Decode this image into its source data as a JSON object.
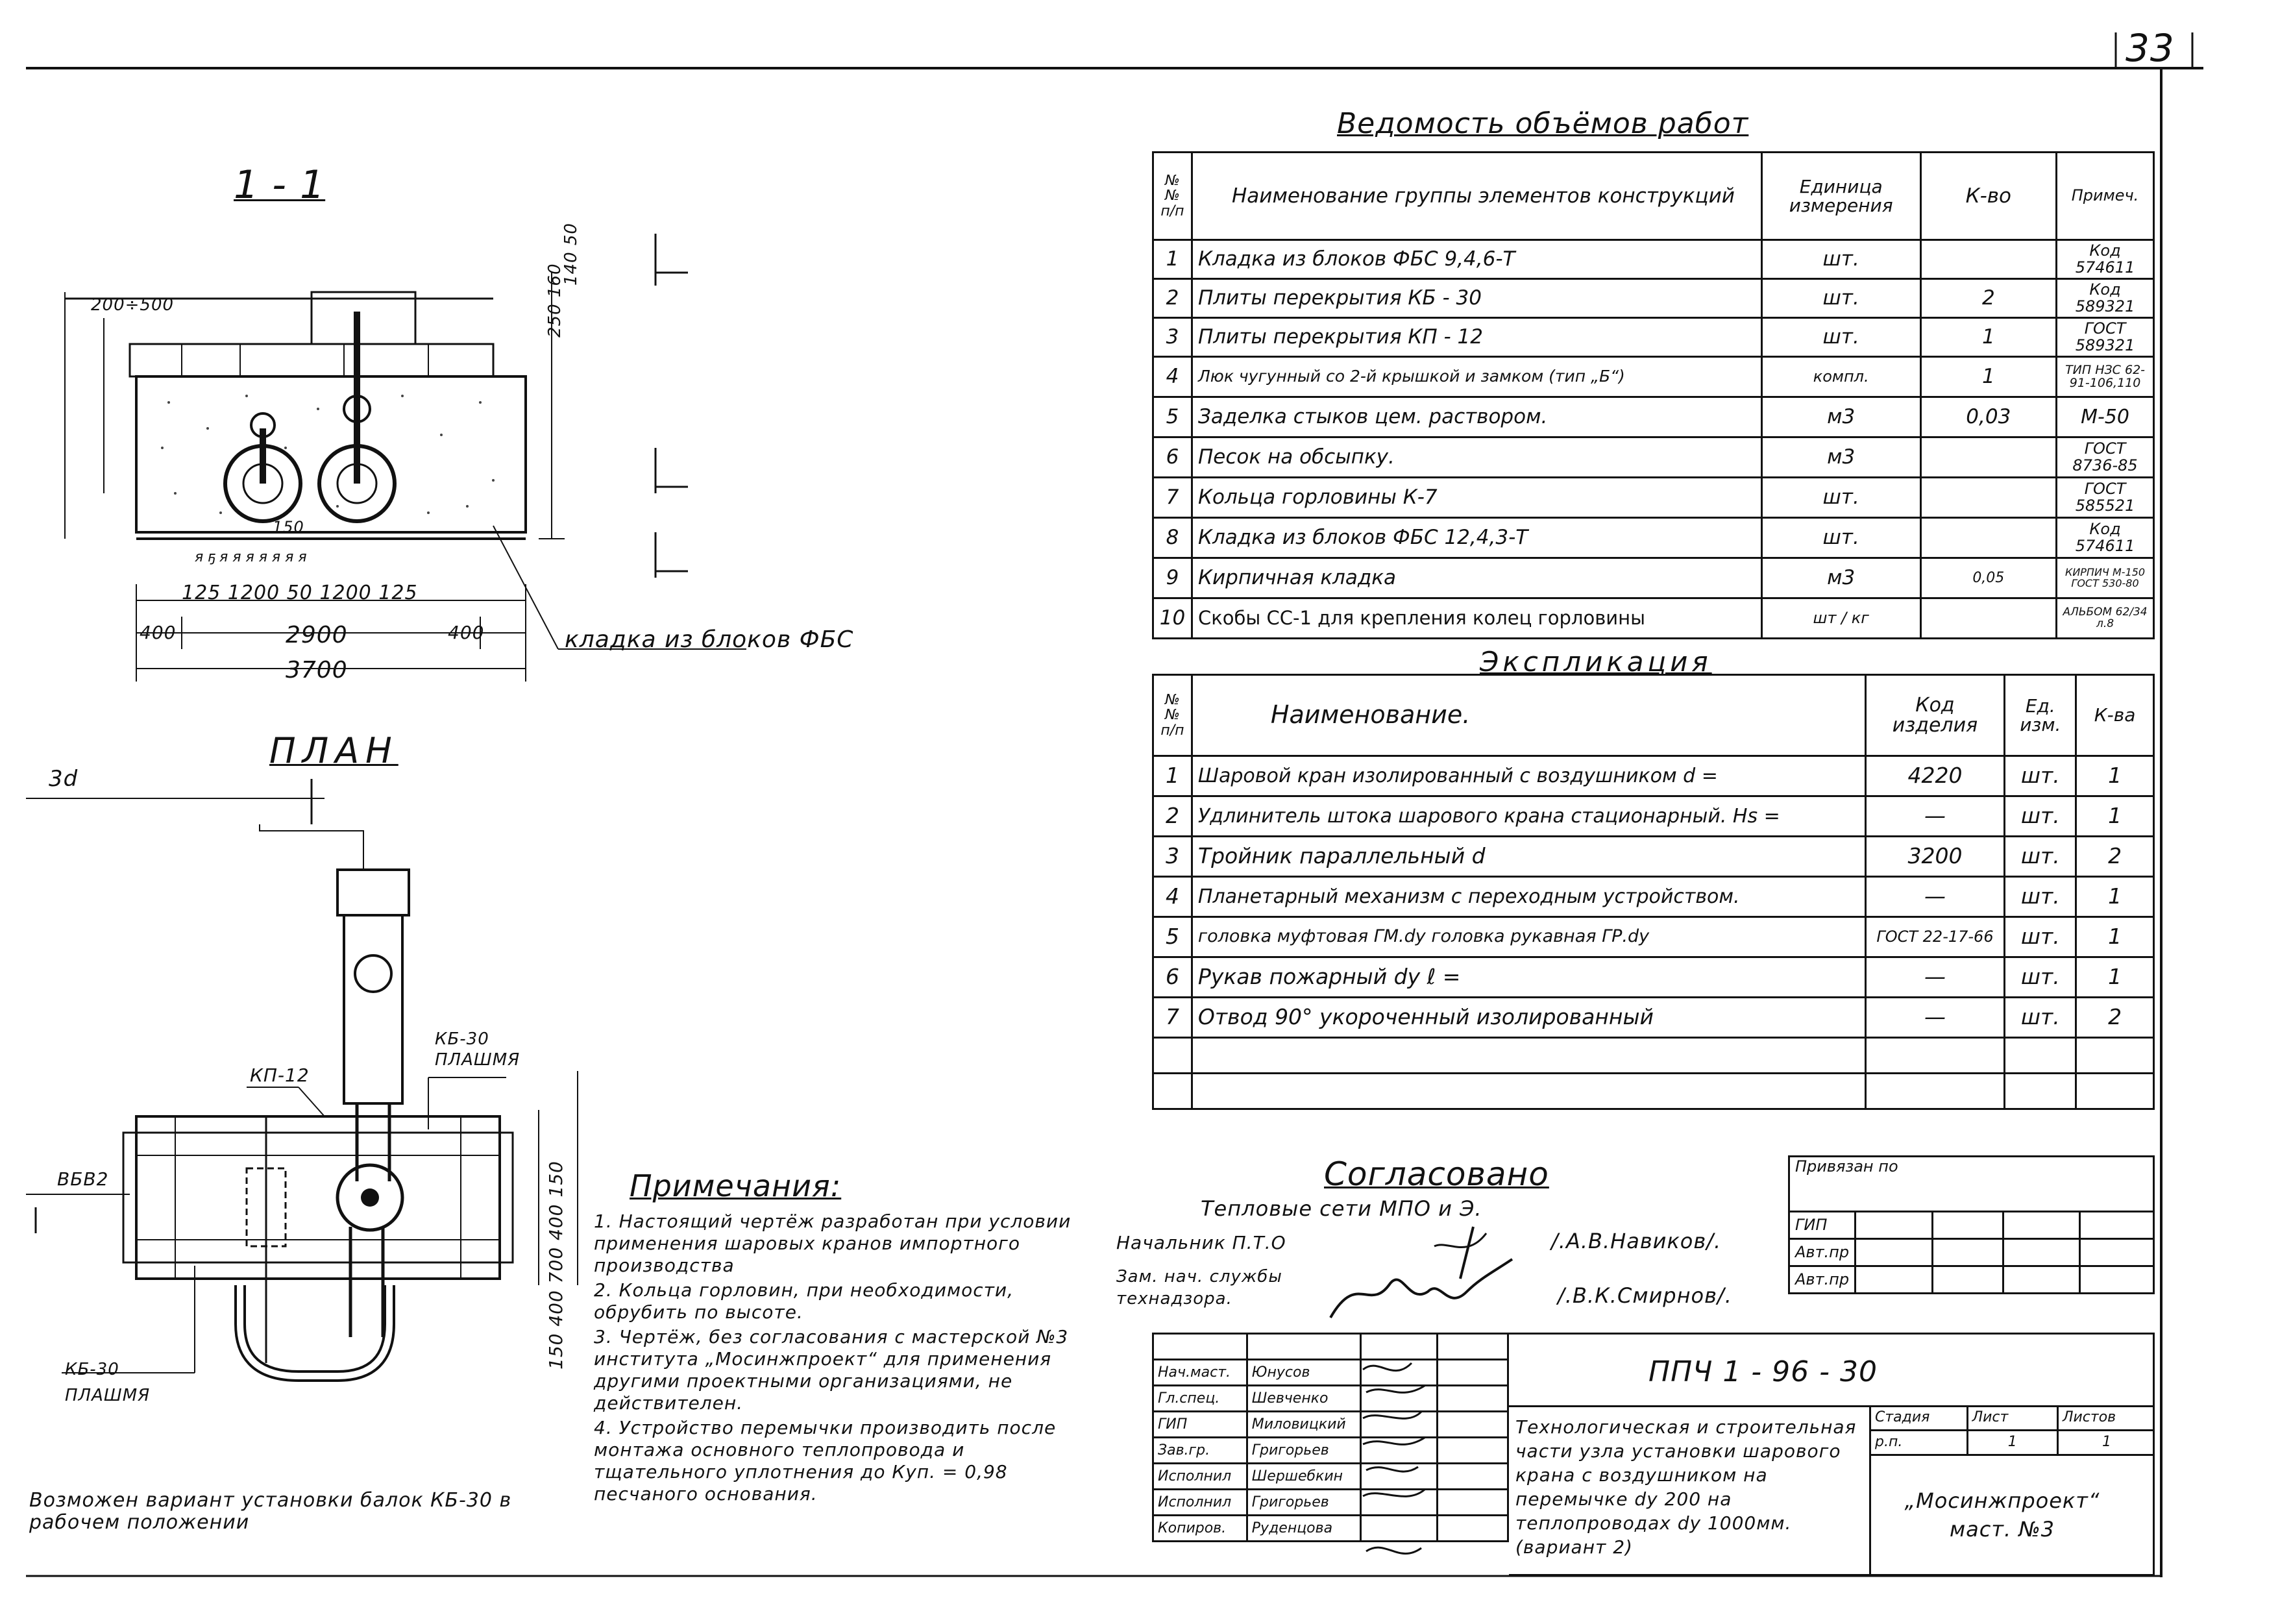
{
  "sheet_number": "33",
  "volume_title": "Ведомость объёмов работ",
  "volume_headers": [
    "№№ п/п",
    "Наименование группы элементов конструкций",
    "Единица измерения",
    "К-во",
    "Примеч."
  ],
  "volume_rows": [
    {
      "n": "1",
      "name": "Кладка из блоков ФБС 9,4,6-Т",
      "unit": "шт.",
      "qty": "",
      "note": "Код 574611"
    },
    {
      "n": "2",
      "name": "Плиты перекрытия КБ - 30",
      "unit": "шт.",
      "qty": "2",
      "note": "Код 589321"
    },
    {
      "n": "3",
      "name": "Плиты перекрытия КП - 12",
      "unit": "шт.",
      "qty": "1",
      "note": "ГОСТ 589321"
    },
    {
      "n": "4",
      "name": "Люк чугунный со 2-й крышкой и замком (тип „Б“)",
      "unit": "компл.",
      "qty": "1",
      "note": "ТИП НЗС 62-91-106,110"
    },
    {
      "n": "5",
      "name": "Заделка стыков цем. раствором.",
      "unit": "м3",
      "qty": "0,03",
      "note": "М-50"
    },
    {
      "n": "6",
      "name": "Песок на обсыпку.",
      "unit": "м3",
      "qty": "",
      "note": "ГОСТ 8736-85"
    },
    {
      "n": "7",
      "name": "Кольца горловины К-7",
      "unit": "шт.",
      "qty": "",
      "note": "ГОСТ 585521"
    },
    {
      "n": "8",
      "name": "Кладка из блоков ФБС 12,4,3-Т",
      "unit": "шт.",
      "qty": "",
      "note": "Код 574611"
    },
    {
      "n": "9",
      "name": "Кирпичная кладка",
      "unit": "м3",
      "qty": "0,05",
      "note": "КИРПИЧ М-150 ГОСТ 530-80"
    },
    {
      "n": "10",
      "name": "Скобы СС-1 для крепления колец горловины",
      "unit": "шт / кг",
      "qty": "",
      "note": "АЛЬБОМ 62/34 л.8"
    }
  ],
  "expl_title": "Экспликация",
  "expl_headers": [
    "№№ п/п",
    "Наименование.",
    "Код изделия",
    "Ед. изм.",
    "К-ва"
  ],
  "expl_rows": [
    {
      "n": "1",
      "name": "Шаровой кран изолированный с воздушником d =",
      "code": "4220",
      "unit": "шт.",
      "qty": "1"
    },
    {
      "n": "2",
      "name": "Удлинитель штока шарового крана стационарный.      Hs =",
      "code": "—",
      "unit": "шт.",
      "qty": "1"
    },
    {
      "n": "3",
      "name": "Тройник параллельный   d",
      "code": "3200",
      "unit": "шт.",
      "qty": "2"
    },
    {
      "n": "4",
      "name": "Планетарный механизм с переходным устройством.",
      "code": "—",
      "unit": "шт.",
      "qty": "1"
    },
    {
      "n": "5",
      "name": "головка муфтовая ГМ.dy головка рукавная ГР.dy",
      "code": "ГОСТ 22-17-66",
      "unit": "шт.",
      "qty": "1"
    },
    {
      "n": "6",
      "name": "Рукав пожарный dy      ℓ =",
      "code": "—",
      "unit": "шт.",
      "qty": "1"
    },
    {
      "n": "7",
      "name": "Отвод 90° укороченный изолированный",
      "code": "—",
      "unit": "шт.",
      "qty": "2"
    }
  ],
  "section_title": "1 - 1",
  "plan_title": "ПЛАН",
  "drawing_labels": {
    "masonry": "кладка из блоков ФБС",
    "dim_total": "3700",
    "dim_inner": "2900",
    "dim_side": "400",
    "dim_parts": "125 1200 50 1200 125",
    "dim_150": "150",
    "dim_200": "200÷500",
    "dim_vert": "250 160",
    "dim_140_50": "140  50",
    "kp12": "КП-12",
    "kb30_top": "КБ-30 ПЛАШМЯ",
    "kb30_bottom": "КБ-30 ПЛАШМЯ",
    "dim_plan": "150 400 700 400 150",
    "left_mark": "ВБВ2",
    "label_3d": "3d"
  },
  "alt_note": "Возможен вариант установки балок КБ-30 в рабочем положении",
  "notes_title": "Примечания:",
  "notes": [
    "1. Настоящий чертёж разработан при условии применения шаровых кранов импортного производства",
    "2. Кольца горловин, при необходимости, обрубить по высоте.",
    "3. Чертёж, без согласования с мастерской №3 института „Мосинжпроект“ для применения другими проектными организациями, не действителен.",
    "4. Устройство перемычки производить после монтажа основного теплопровода и тщательного уплотнения до Куп. = 0,98 песчаного основания."
  ],
  "approval": {
    "title": "Согласовано",
    "org": "Тепловые сети МПО и Э.",
    "role1": "Начальник П.Т.О",
    "name1": "/.А.В.Навиков/.",
    "role2": "Зам. нач. службы технадзора.",
    "name2": "/.В.К.Смирнов/."
  },
  "ref_box": {
    "title": "Привязан по",
    "rows": [
      "ГИП",
      "Авт.пр",
      "Авт.пр"
    ]
  },
  "title_block": {
    "code": "ППЧ 1 - 96 - 30",
    "description": "Технологическая и строительная части узла установки шарового крана с воздушником на перемычке dy 200 на теплопроводах dy 1000мм. (вариант 2)",
    "stage_label": "Стадия",
    "sheet_label": "Лист",
    "sheets_label": "Листов",
    "stage": "р.п.",
    "sheet": "1",
    "sheets": "1",
    "org": "„Мосинжпроект“ маст. №3",
    "signers": [
      {
        "role": "Нач.маст.",
        "name": "Юнусов"
      },
      {
        "role": "Гл.спец.",
        "name": "Шевченко"
      },
      {
        "role": "ГИП",
        "name": "Миловицкий"
      },
      {
        "role": "Зав.гр.",
        "name": "Григорьев"
      },
      {
        "role": "Исполнил",
        "name": "Шершебкин"
      },
      {
        "role": "Исполнил",
        "name": "Григорьев"
      },
      {
        "role": "Копиров.",
        "name": "Руденцова"
      }
    ]
  }
}
